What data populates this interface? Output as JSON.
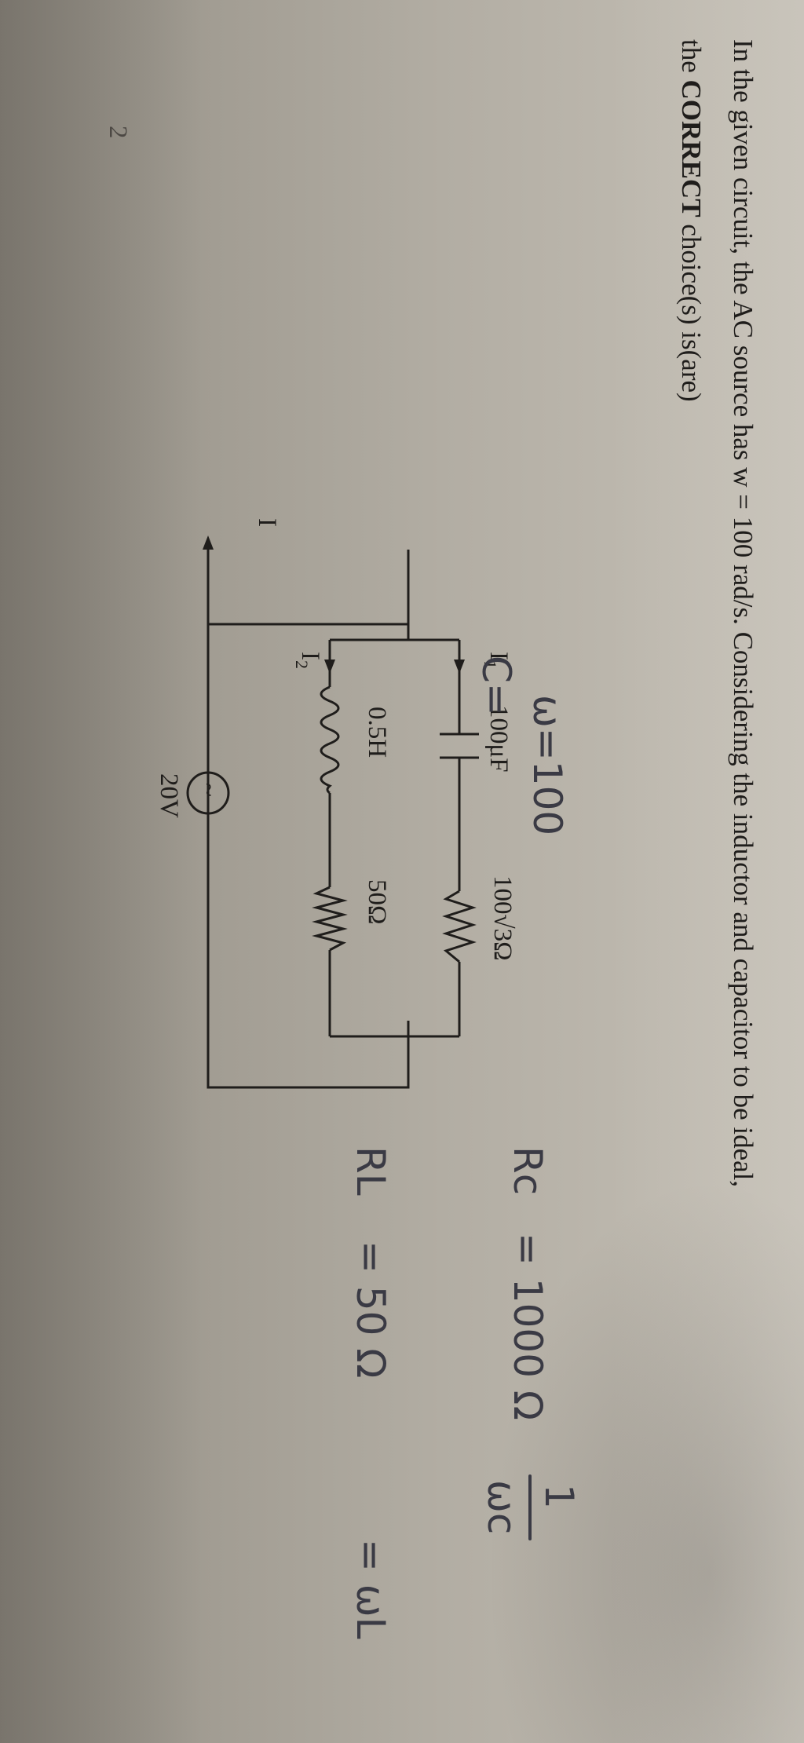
{
  "question": {
    "line1_a": "In the given circuit, the AC source has w = 100 rad/s. Considering the inductor and capacitor to be ideal,",
    "line2_a": "the ",
    "line2_bold": "CORRECT",
    "line2_b": " choice(s) is(are)"
  },
  "page_mark": "2",
  "circuit": {
    "capacitor": "100μF",
    "resistor_top": "100√3Ω",
    "inductor": "0.5H",
    "resistor_bottom": "50Ω",
    "source": "20V",
    "current_main": "I",
    "current_1": "I",
    "current_1_sub": "1",
    "current_2": "I",
    "current_2_sub": "2",
    "source_symbol": "~"
  },
  "handwritten": {
    "omega": "ω=100",
    "c_label": "C=",
    "rc": "Rc = 1000 Ω = 1/ωC",
    "rc_left": "Rc",
    "rc_value": "= 1000 Ω",
    "rc_formula_top": "1",
    "rc_formula_bottom": "ωc",
    "rl_left": "RL",
    "rl_value": "= 50 Ω",
    "rl_formula": "= ωL"
  }
}
